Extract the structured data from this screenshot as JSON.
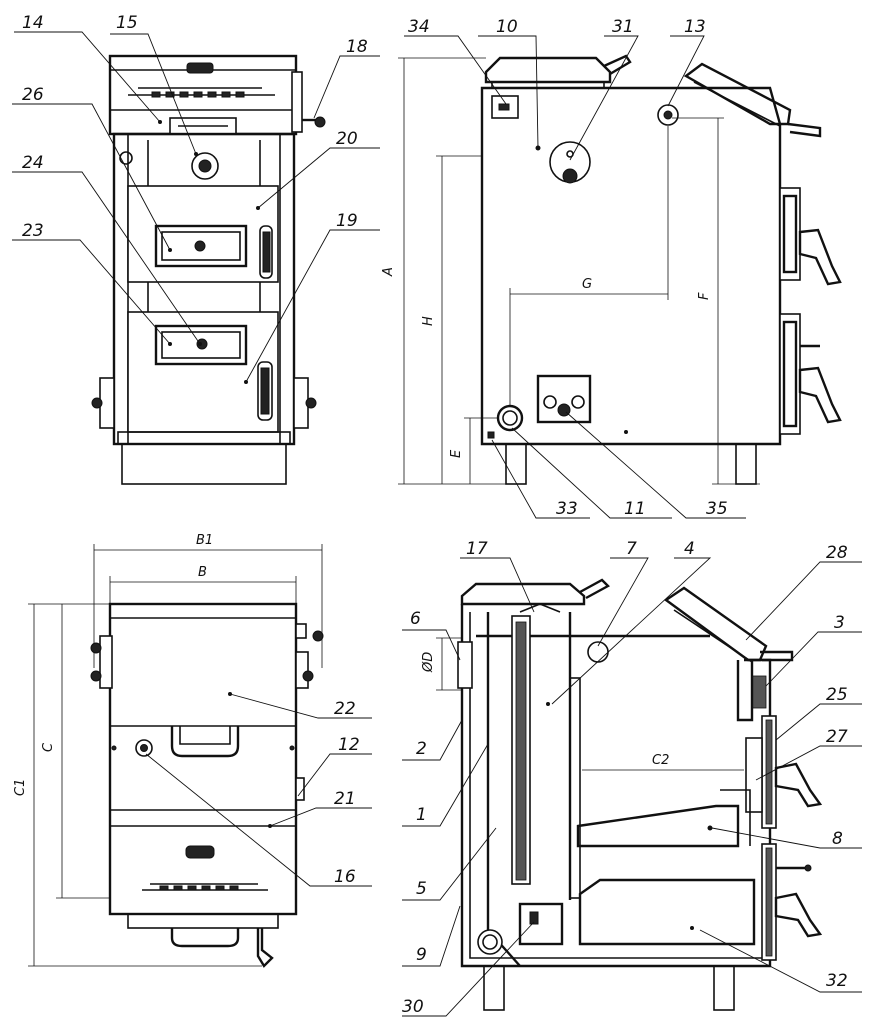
{
  "callouts": [
    {
      "id": "c14",
      "label": "14"
    },
    {
      "id": "c15",
      "label": "15"
    },
    {
      "id": "c18",
      "label": "18"
    },
    {
      "id": "c26",
      "label": "26"
    },
    {
      "id": "c20",
      "label": "20"
    },
    {
      "id": "c24",
      "label": "24"
    },
    {
      "id": "c19",
      "label": "19"
    },
    {
      "id": "c23",
      "label": "23"
    },
    {
      "id": "c34",
      "label": "34"
    },
    {
      "id": "c10",
      "label": "10"
    },
    {
      "id": "c31",
      "label": "31"
    },
    {
      "id": "c13",
      "label": "13"
    },
    {
      "id": "c33",
      "label": "33"
    },
    {
      "id": "c11",
      "label": "11"
    },
    {
      "id": "c35",
      "label": "35"
    },
    {
      "id": "c22",
      "label": "22"
    },
    {
      "id": "c12",
      "label": "12"
    },
    {
      "id": "c21",
      "label": "21"
    },
    {
      "id": "c16",
      "label": "16"
    },
    {
      "id": "c17",
      "label": "17"
    },
    {
      "id": "c7",
      "label": "7"
    },
    {
      "id": "c4",
      "label": "4"
    },
    {
      "id": "c28",
      "label": "28"
    },
    {
      "id": "c6",
      "label": "6"
    },
    {
      "id": "c3",
      "label": "3"
    },
    {
      "id": "c25",
      "label": "25"
    },
    {
      "id": "c27",
      "label": "27"
    },
    {
      "id": "c2",
      "label": "2"
    },
    {
      "id": "c1",
      "label": "1"
    },
    {
      "id": "c8",
      "label": "8"
    },
    {
      "id": "c5",
      "label": "5"
    },
    {
      "id": "c9",
      "label": "9"
    },
    {
      "id": "c32",
      "label": "32"
    },
    {
      "id": "c30",
      "label": "30"
    }
  ],
  "dimensions": {
    "A": "A",
    "H": "H",
    "E": "E",
    "G": "G",
    "F": "F",
    "B1": "B1",
    "B": "B",
    "C1": "C1",
    "C": "C",
    "C2": "C2",
    "D": "ØD"
  }
}
